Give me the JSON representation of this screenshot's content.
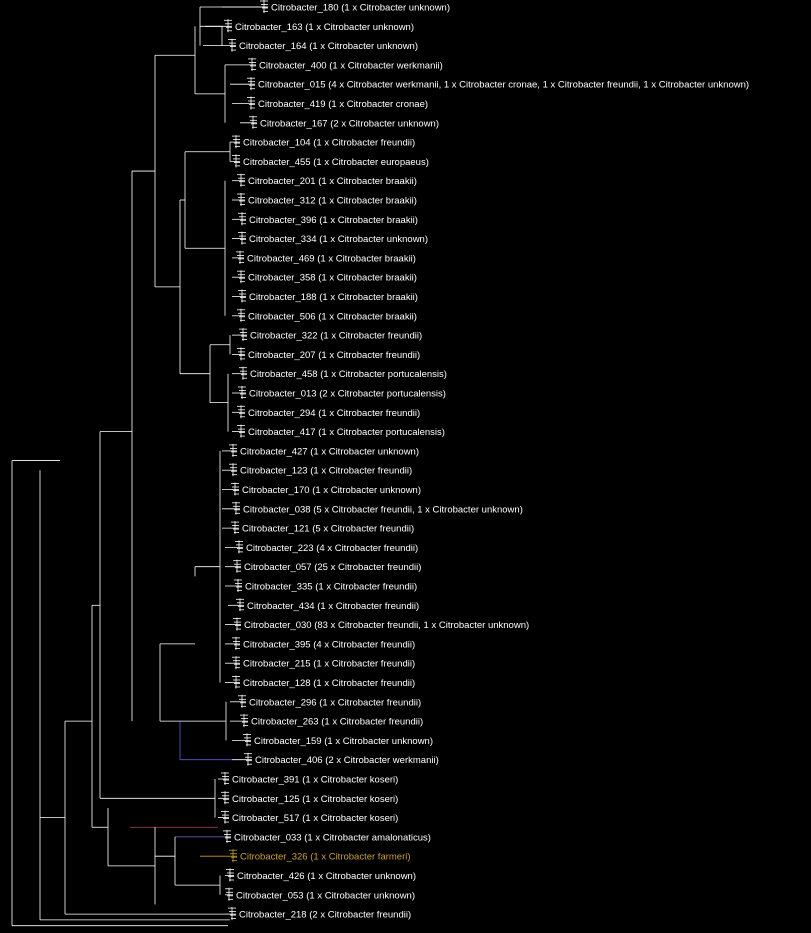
{
  "tree": {
    "colors": {
      "background": "#000000",
      "branch": "#ffffff",
      "label": "#ffffff",
      "highlight": "#c9a227",
      "accent_red": "#b84a4a",
      "accent_blue": "#5a5ad6",
      "accent_purple": "#7a6ad0",
      "accent_orange": "#c9a227"
    },
    "leaves": [
      {
        "label": "Citrobacter_180 (1 x Citrobacter unknown)",
        "highlight": false
      },
      {
        "label": "Citrobacter_163 (1 x Citrobacter unknown)",
        "highlight": false
      },
      {
        "label": "Citrobacter_164 (1 x Citrobacter unknown)",
        "highlight": false
      },
      {
        "label": "Citrobacter_400 (1 x Citrobacter werkmanii)",
        "highlight": false
      },
      {
        "label": "Citrobacter_015 (4 x Citrobacter werkmanii, 1 x Citrobacter cronae, 1 x Citrobacter freundii, 1 x Citrobacter unknown)",
        "highlight": false
      },
      {
        "label": "Citrobacter_419 (1 x Citrobacter cronae)",
        "highlight": false
      },
      {
        "label": "Citrobacter_167 (2 x Citrobacter unknown)",
        "highlight": false
      },
      {
        "label": "Citrobacter_104 (1 x Citrobacter freundii)",
        "highlight": false
      },
      {
        "label": "Citrobacter_455 (1 x Citrobacter europaeus)",
        "highlight": false
      },
      {
        "label": "Citrobacter_201 (1 x Citrobacter braakii)",
        "highlight": false
      },
      {
        "label": "Citrobacter_312 (1 x Citrobacter braakii)",
        "highlight": false
      },
      {
        "label": "Citrobacter_396 (1 x Citrobacter braakii)",
        "highlight": false
      },
      {
        "label": "Citrobacter_334 (1 x Citrobacter unknown)",
        "highlight": false
      },
      {
        "label": "Citrobacter_469 (1 x Citrobacter braakii)",
        "highlight": false
      },
      {
        "label": "Citrobacter_358 (1 x Citrobacter braakii)",
        "highlight": false
      },
      {
        "label": "Citrobacter_188 (1 x Citrobacter braakii)",
        "highlight": false
      },
      {
        "label": "Citrobacter_506 (1 x Citrobacter braakii)",
        "highlight": false
      },
      {
        "label": "Citrobacter_322 (1 x Citrobacter freundii)",
        "highlight": false
      },
      {
        "label": "Citrobacter_207 (1 x Citrobacter freundii)",
        "highlight": false
      },
      {
        "label": "Citrobacter_458 (1 x Citrobacter portucalensis)",
        "highlight": false
      },
      {
        "label": "Citrobacter_013 (2 x Citrobacter portucalensis)",
        "highlight": false
      },
      {
        "label": "Citrobacter_294 (1 x Citrobacter freundii)",
        "highlight": false
      },
      {
        "label": "Citrobacter_417 (1 x Citrobacter portucalensis)",
        "highlight": false
      },
      {
        "label": "Citrobacter_427 (1 x Citrobacter unknown)",
        "highlight": false
      },
      {
        "label": "Citrobacter_123 (1 x Citrobacter freundii)",
        "highlight": false
      },
      {
        "label": "Citrobacter_170 (1 x Citrobacter unknown)",
        "highlight": false
      },
      {
        "label": "Citrobacter_038 (5 x Citrobacter freundii, 1 x Citrobacter unknown)",
        "highlight": false
      },
      {
        "label": "Citrobacter_121 (5 x Citrobacter freundii)",
        "highlight": false
      },
      {
        "label": "Citrobacter_223 (4 x Citrobacter freundii)",
        "highlight": false
      },
      {
        "label": "Citrobacter_057 (25 x Citrobacter freundii)",
        "highlight": false
      },
      {
        "label": "Citrobacter_335 (1 x Citrobacter freundii)",
        "highlight": false
      },
      {
        "label": "Citrobacter_434 (1 x Citrobacter freundii)",
        "highlight": false
      },
      {
        "label": "Citrobacter_030 (83 x Citrobacter freundii, 1 x Citrobacter unknown)",
        "highlight": false
      },
      {
        "label": "Citrobacter_395 (4 x Citrobacter freundii)",
        "highlight": false
      },
      {
        "label": "Citrobacter_215 (1 x Citrobacter freundii)",
        "highlight": false
      },
      {
        "label": "Citrobacter_128 (1 x Citrobacter freundii)",
        "highlight": false
      },
      {
        "label": "Citrobacter_296 (1 x Citrobacter freundii)",
        "highlight": false
      },
      {
        "label": "Citrobacter_263 (1 x Citrobacter freundii)",
        "highlight": false
      },
      {
        "label": "Citrobacter_159 (1 x Citrobacter unknown)",
        "highlight": false
      },
      {
        "label": "Citrobacter_406 (2 x Citrobacter werkmanii)",
        "highlight": false
      },
      {
        "label": "Citrobacter_391 (1 x Citrobacter koseri)",
        "highlight": false
      },
      {
        "label": "Citrobacter_125 (1 x Citrobacter koseri)",
        "highlight": false
      },
      {
        "label": "Citrobacter_517 (1 x Citrobacter koseri)",
        "highlight": false
      },
      {
        "label": "Citrobacter_033 (1 x Citrobacter amalonaticus)",
        "highlight": false
      },
      {
        "label": "Citrobacter_326 (1 x Citrobacter farmeri)",
        "highlight": true
      },
      {
        "label": "Citrobacter_426 (1 x Citrobacter unknown)",
        "highlight": false
      },
      {
        "label": "Citrobacter_053 (1 x Citrobacter unknown)",
        "highlight": false
      },
      {
        "label": "Citrobacter_218 (2 x Citrobacter freundii)",
        "highlight": false
      }
    ]
  }
}
